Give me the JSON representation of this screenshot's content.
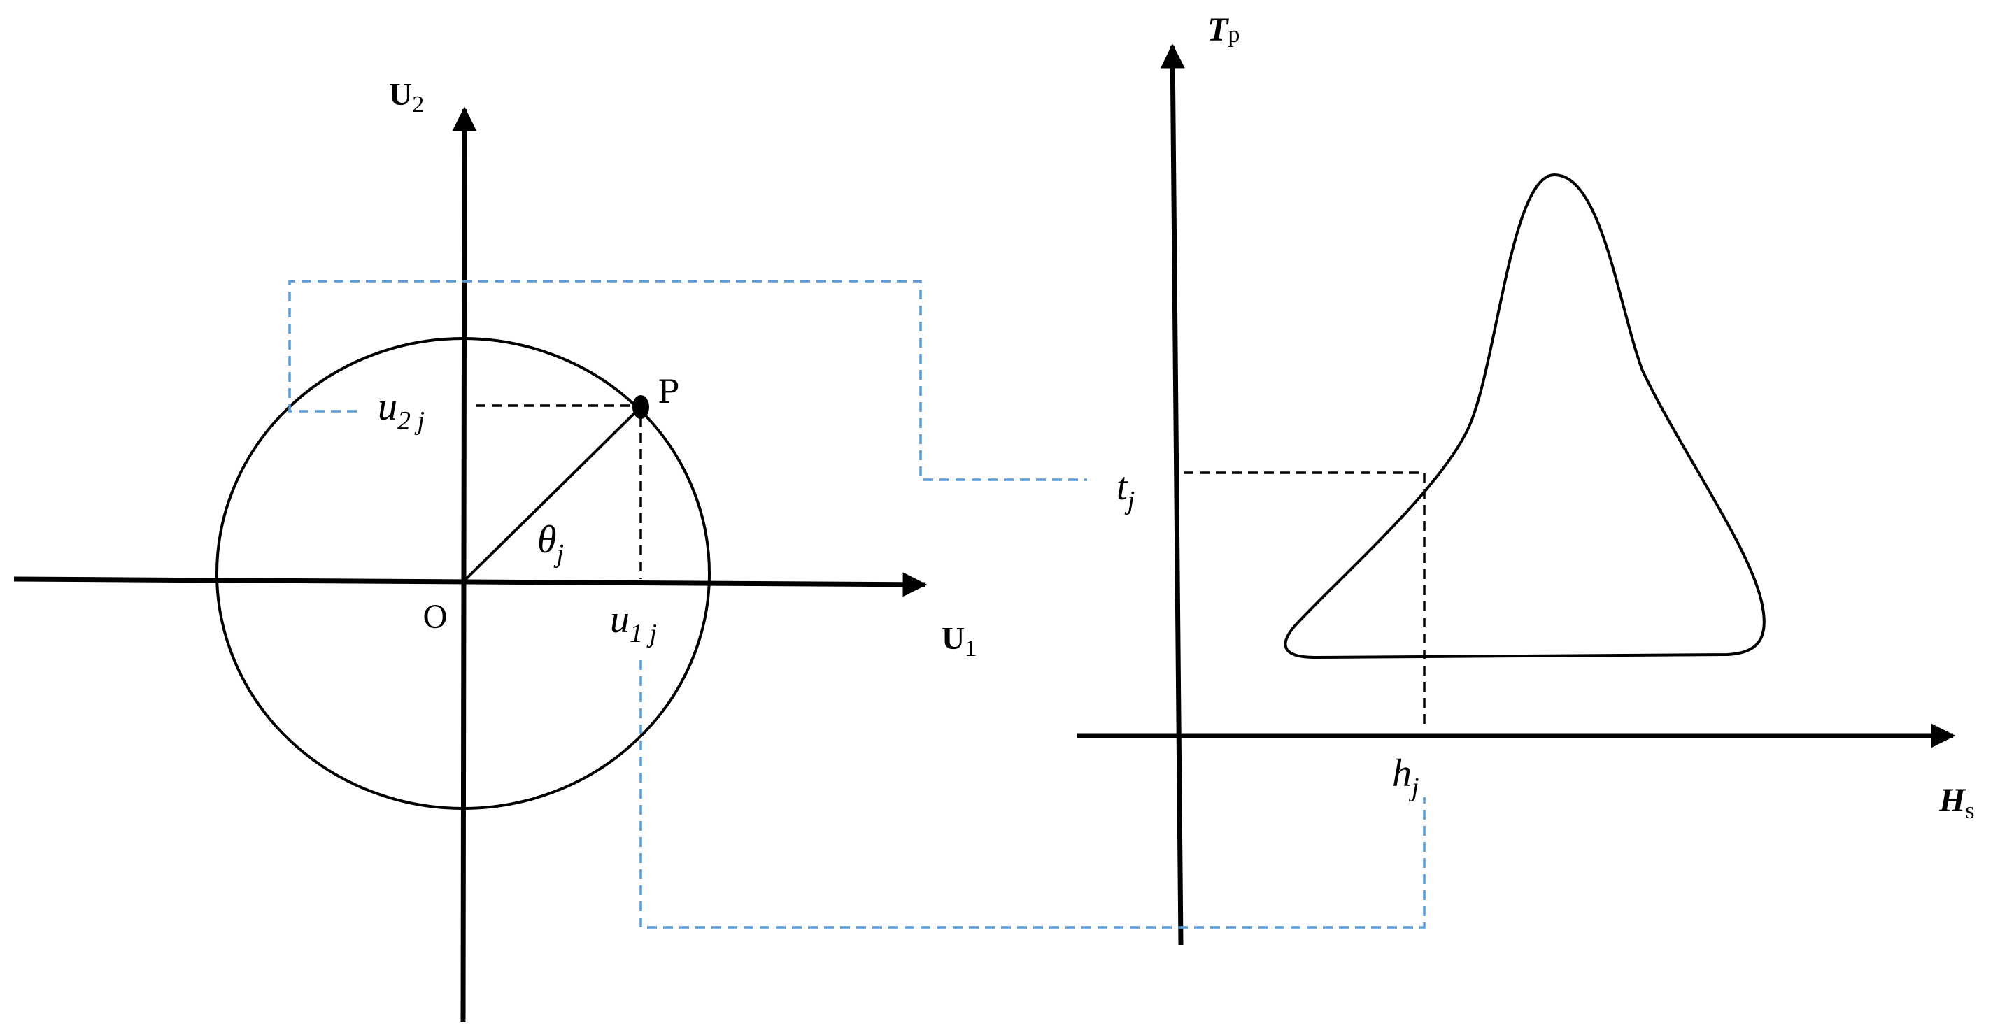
{
  "left_panel": {
    "axis_h_label": {
      "main": "U",
      "sub": "1"
    },
    "axis_v_label": {
      "main": "U",
      "sub": "2"
    },
    "origin_label": "O",
    "point_label": "P",
    "angle_label": {
      "main": "θ",
      "sub": "j"
    },
    "proj_x_label": {
      "main": "u",
      "sub": "1 j"
    },
    "proj_y_label": {
      "main": "u",
      "sub": "2 j"
    }
  },
  "right_panel": {
    "axis_h_label": {
      "main": "H",
      "sub": "s"
    },
    "axis_v_label": {
      "main": "T",
      "sub": "p"
    },
    "proj_x_label": {
      "main": "h",
      "sub": "j"
    },
    "proj_y_label": {
      "main": "t",
      "sub": "j"
    }
  },
  "colors": {
    "axes": "#000000",
    "mapping_lines": "#5b9bd5"
  }
}
